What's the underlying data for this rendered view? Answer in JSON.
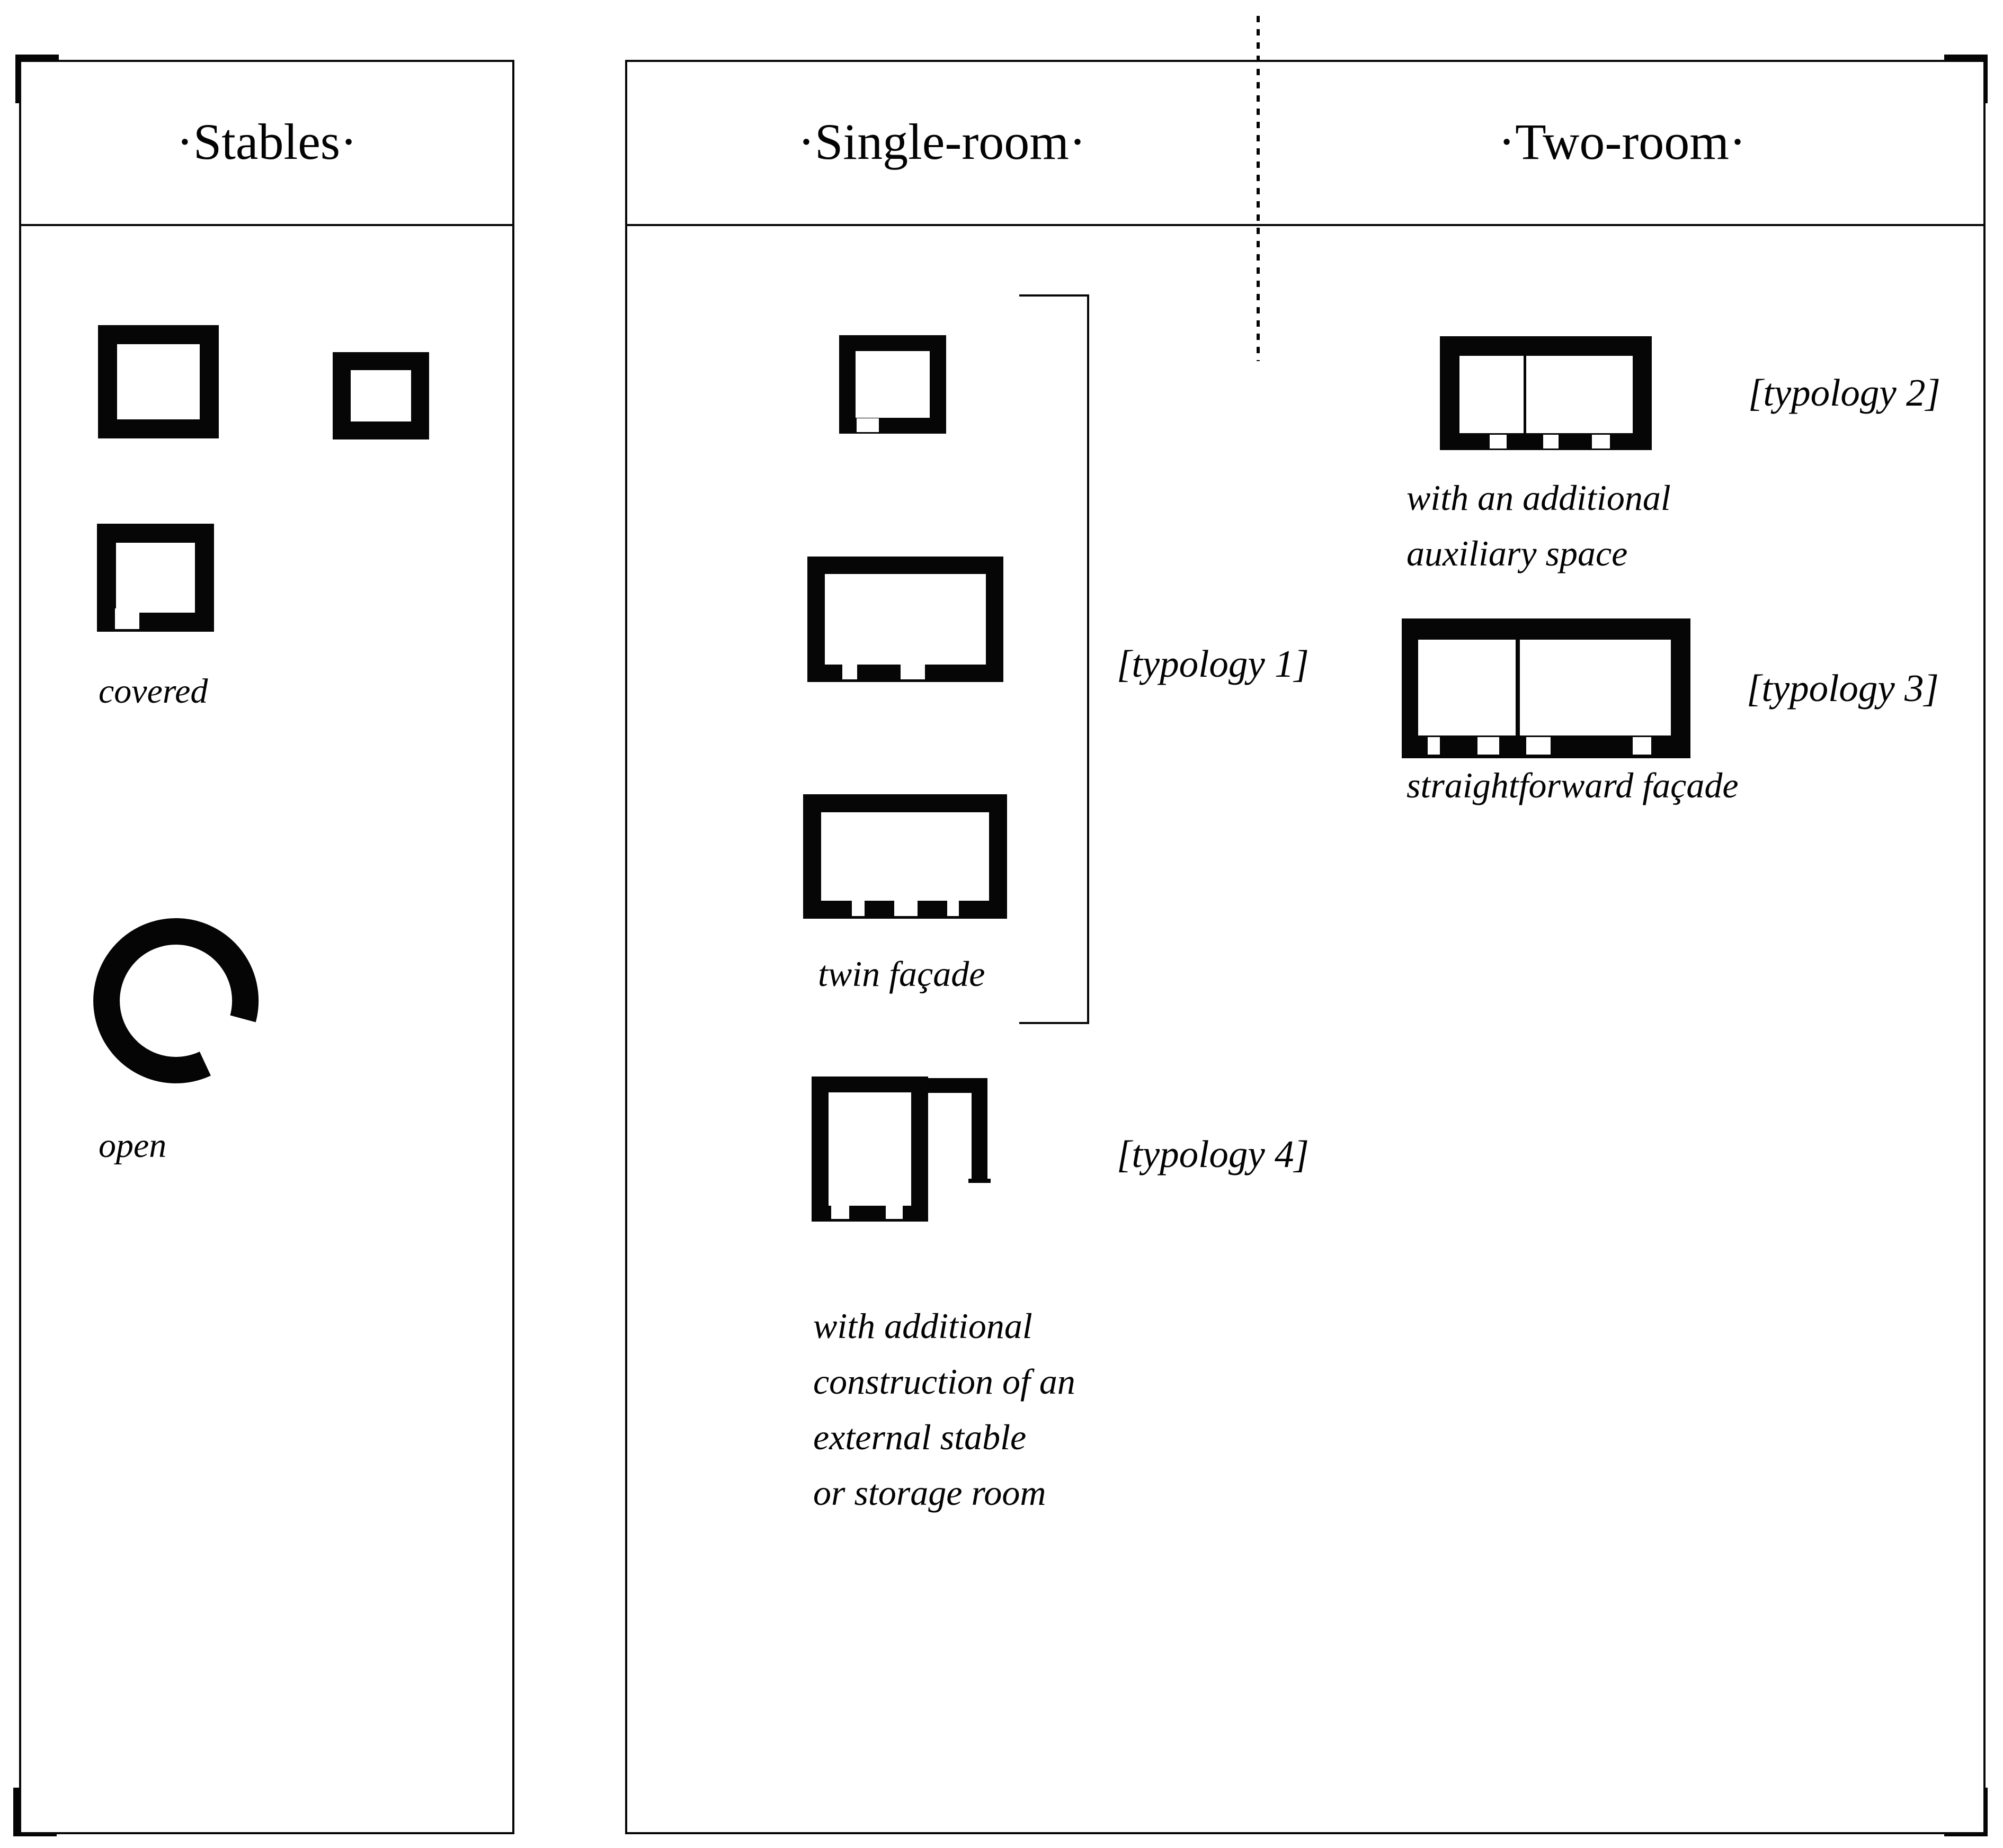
{
  "meta": {
    "kind": "architectural typology diagram plate",
    "ink_color": "#050505",
    "paper_color": "#ffffff"
  },
  "stables": {
    "title": "·Stables·",
    "covered_label": "covered",
    "open_label": "open"
  },
  "single_room": {
    "title": "·Single-room·",
    "typology1": {
      "tag": "[typology 1]",
      "caption": "twin façade"
    },
    "typology4": {
      "tag": "[typology 4]",
      "caption_lines": [
        "with additional",
        "construction of an",
        "external stable",
        "or storage room"
      ]
    }
  },
  "two_room": {
    "title": "·Two-room·",
    "typology2": {
      "tag": "[typology 2]",
      "caption_lines": [
        "with an additional",
        "auxiliary space"
      ]
    },
    "typology3": {
      "tag": "[typology 3]",
      "caption": "straightforward façade"
    }
  },
  "icons": [
    "covered-stable-plan-icon",
    "covered-stable-plan-icon",
    "covered-stable-plan-with-door-icon",
    "open-stable-ring-plan-icon",
    "single-room-plan-small-icon",
    "single-room-plan-medium-icon",
    "single-room-plan-large-icon",
    "single-room-plan-external-annex-icon",
    "two-room-plan-auxiliary-icon",
    "two-room-plan-straightforward-icon",
    "corner-registration-mark-icon",
    "grouping-bracket-icon",
    "column-divider-dotted-line-icon"
  ]
}
